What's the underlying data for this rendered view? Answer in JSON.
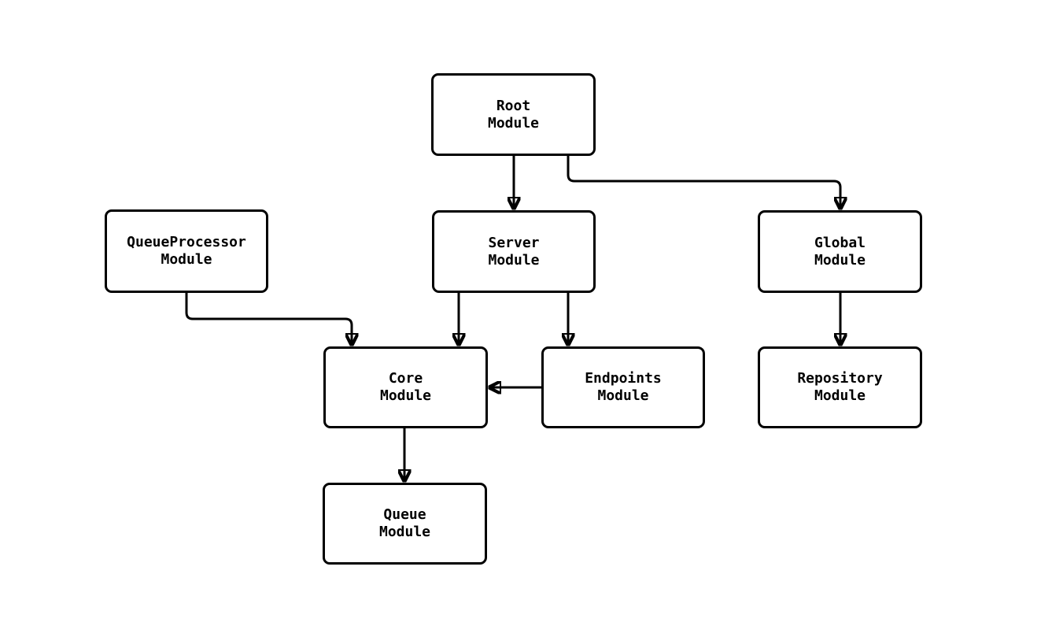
{
  "diagram": {
    "kind": "module-dependency-diagram",
    "colors": {
      "background": "#ffffff",
      "node_fill": "#ffffff",
      "node_border": "#000000",
      "edge": "#000000",
      "text": "#000000"
    },
    "nodes": [
      {
        "id": "root",
        "label": "Root Module",
        "line1": "Root",
        "line2": "Module"
      },
      {
        "id": "server",
        "label": "Server Module",
        "line1": "Server",
        "line2": "Module"
      },
      {
        "id": "global",
        "label": "Global Module",
        "line1": "Global",
        "line2": "Module"
      },
      {
        "id": "queueprocessor",
        "label": "QueueProcessor Module",
        "line1": "QueueProcessor",
        "line2": "Module"
      },
      {
        "id": "core",
        "label": "Core Module",
        "line1": "Core",
        "line2": "Module"
      },
      {
        "id": "endpoints",
        "label": "Endpoints Module",
        "line1": "Endpoints",
        "line2": "Module"
      },
      {
        "id": "repository",
        "label": "Repository Module",
        "line1": "Repository",
        "line2": "Module"
      },
      {
        "id": "queue",
        "label": "Queue Module",
        "line1": "Queue",
        "line2": "Module"
      }
    ],
    "edges": [
      {
        "from": "Root Module",
        "to": "Server Module"
      },
      {
        "from": "Root Module",
        "to": "Global Module"
      },
      {
        "from": "QueueProcessor Module",
        "to": "Core Module"
      },
      {
        "from": "Server Module",
        "to": "Core Module"
      },
      {
        "from": "Server Module",
        "to": "Endpoints Module"
      },
      {
        "from": "Endpoints Module",
        "to": "Core Module"
      },
      {
        "from": "Global Module",
        "to": "Repository Module"
      },
      {
        "from": "Core Module",
        "to": "Queue Module"
      }
    ]
  }
}
